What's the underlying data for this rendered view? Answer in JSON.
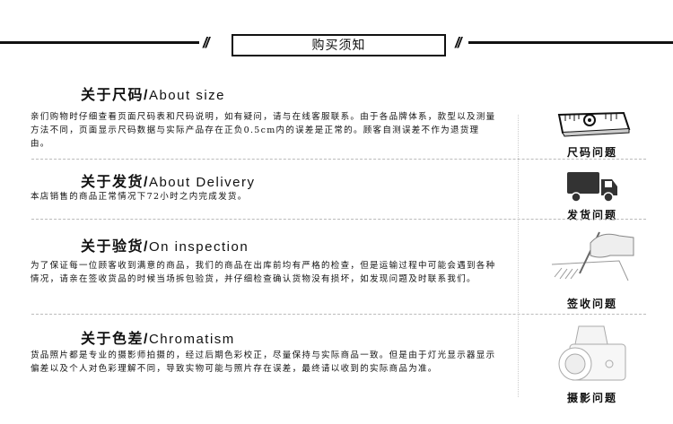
{
  "header": {
    "title": "购买须知",
    "slash": "//"
  },
  "sections": [
    {
      "title_cn": "关于尺码/",
      "title_en": "About size",
      "body": "亲们购物时仔细查看页面尺码表和尺码说明，如有疑问，请与在线客服联系。由于各品牌体系，款型以及测量方法不同，页面显示尺码数据与实际产品存在正负0.5cm内的误差是正常的。顾客自测误差不作为退货理由。",
      "side_label": "尺码问题",
      "icon": "ruler-icon"
    },
    {
      "title_cn": "关于发货/",
      "title_en": "About Delivery",
      "body": "本店销售的商品正常情况下72小时之内完成发货。",
      "side_label": "发货问题",
      "icon": "truck-icon"
    },
    {
      "title_cn": "关于验货/",
      "title_en": "On inspection",
      "body": "为了保证每一位顾客收到满意的商品，我们的商品在出库前均有严格的检查，但是运输过程中可能会遇到各种情况，请亲在签收货品的时候当场拆包验货，并仔细检查确认货物没有损坏，如发现问题及时联系我们。",
      "side_label": "签收问题",
      "icon": "signing-hand-icon"
    },
    {
      "title_cn": "关于色差/",
      "title_en": "Chromatism",
      "body": "货品照片都是专业的摄影师拍摄的，经过后期色彩校正，尽量保持与实际商品一致。但是由于灯光显示器显示偏差以及个人对色彩理解不同，导致实物可能与照片存在误差，最终请以收到的实际商品为准。",
      "side_label": "摄影问题",
      "icon": "camera-icon"
    }
  ]
}
